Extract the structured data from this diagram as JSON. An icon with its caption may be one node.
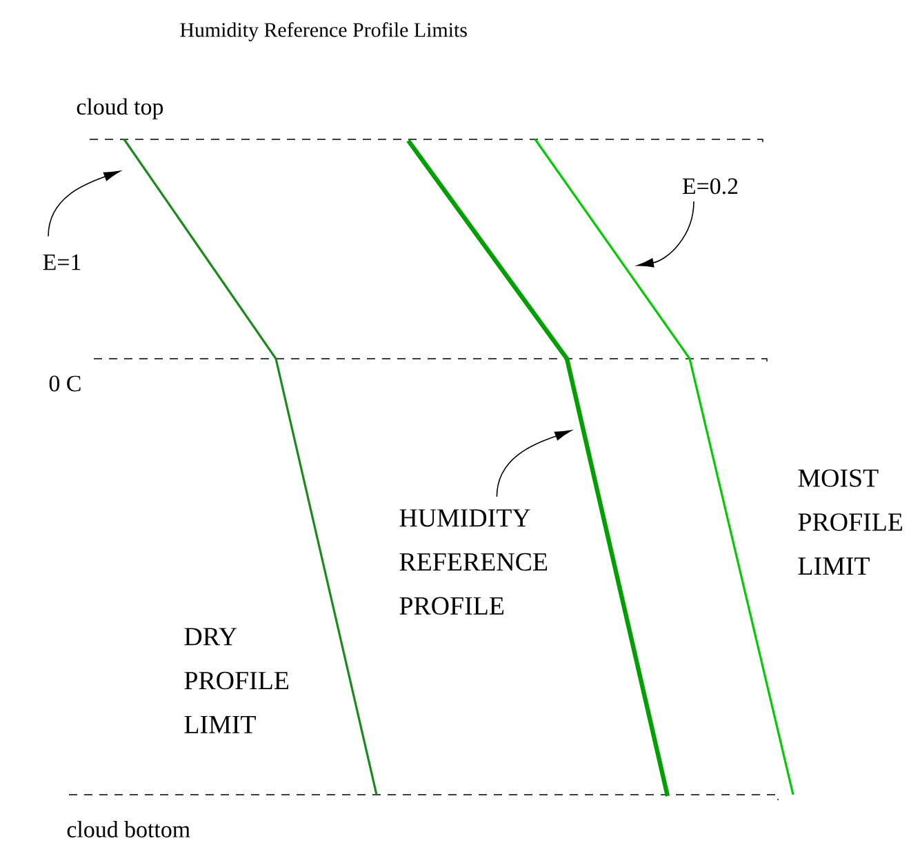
{
  "diagram": {
    "title": "Humidity Reference Profile Limits",
    "nodes": [
      {
        "text": [
          "E=1"
        ]
      },
      {
        "text": [
          "HUMIDITY REFERENCE PROFILE"
        ]
      },
      {
        "text": [
          "E=0.2"
        ]
      }
    ],
    "edges": [
      {
        "from": 0,
        "to": null,
        "arrow": "to"
      },
      {
        "from": 1,
        "to": null,
        "arrow": "to"
      },
      {
        "from": 2,
        "to": null,
        "arrow": "to"
      }
    ],
    "labels": [
      "cloud top",
      "0 C",
      "DRY PROFILE LIMIT",
      "MOIST PROFILE LIMIT",
      "cloud bottom"
    ]
  }
}
